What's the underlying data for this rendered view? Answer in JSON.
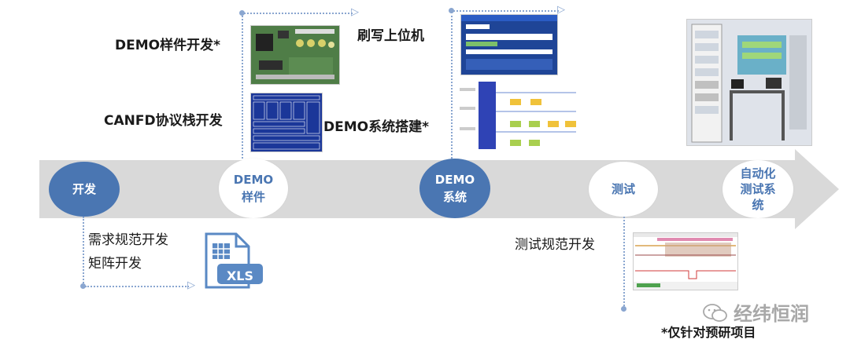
{
  "timeline": {
    "nodes": [
      {
        "label": "开发"
      },
      {
        "label": "DEMO\n样件"
      },
      {
        "label": "DEMO\n系统"
      },
      {
        "label": "测试"
      },
      {
        "label": "自动化\n测试系\n统"
      }
    ]
  },
  "labels": {
    "demo_sample_dev": "DEMO样件开发*",
    "canfd_stack_dev": "CANFD协议栈开发",
    "flash_host": "刷写上位机",
    "demo_system_build": "DEMO系统搭建*",
    "req_spec_dev": "需求规范开发",
    "matrix_dev": "矩阵开发",
    "test_spec_dev": "测试规范开发"
  },
  "xls_icon": {
    "text": "XLS"
  },
  "watermark": {
    "text": "经纬恒润"
  },
  "footnote": {
    "text": "*仅针对预研项目"
  },
  "colors": {
    "accent": "#4a76b2",
    "band": "#d9d9d9",
    "connector": "#8aa6d0"
  }
}
